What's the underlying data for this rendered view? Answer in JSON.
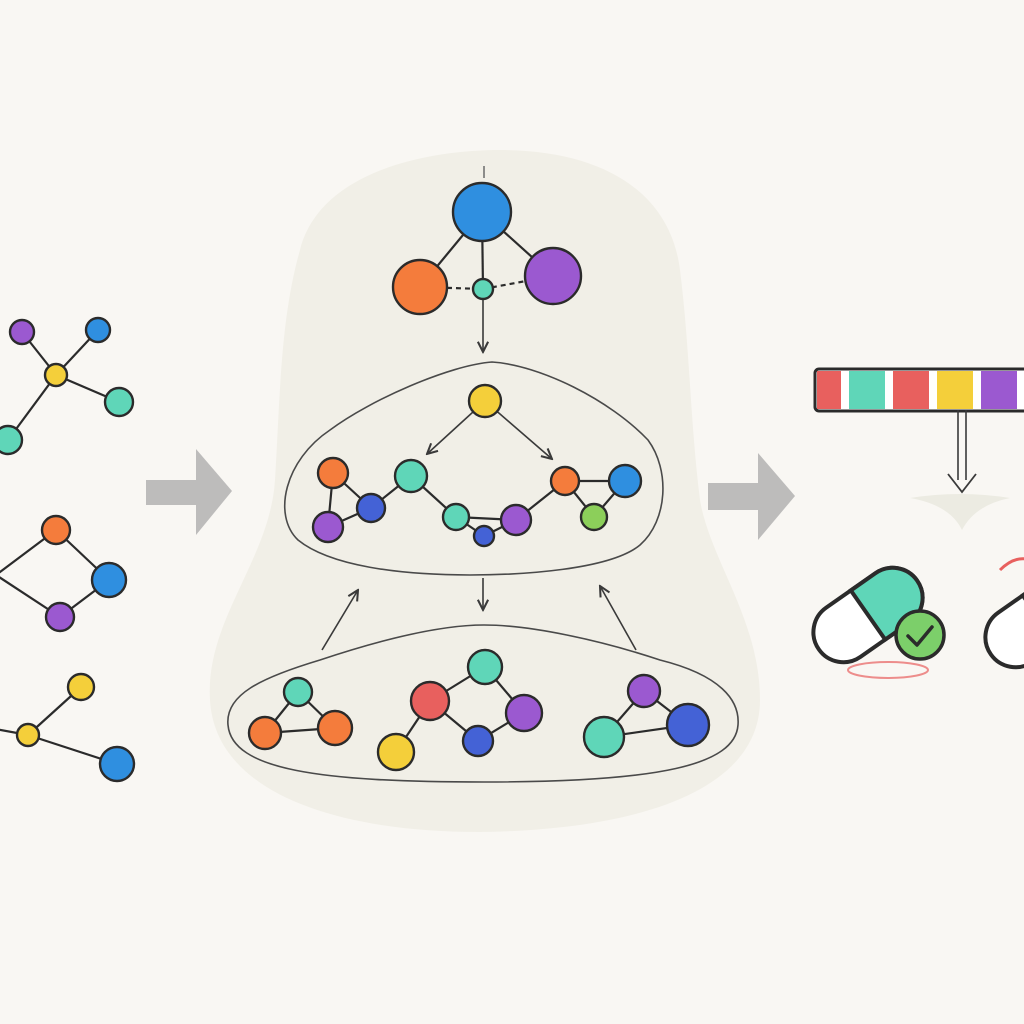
{
  "colors": {
    "background": "#f9f7f3",
    "panel": "#f1efe7",
    "stroke": "#2b2b2b",
    "frame": "#4a4a4a",
    "flow_arrow": "#a8a8a8",
    "orange": "#f47c3c",
    "purple": "#9b59d0",
    "blue": "#2f8fe0",
    "indigo": "#4462d6",
    "teal": "#5fd6b8",
    "yellow": "#f4cf3a",
    "red": "#e8605e",
    "green": "#8ccf5a",
    "check_green": "#7ccf6a"
  },
  "icons": {
    "flow_arrow": "chevron-right-arrow-icon",
    "capsule": "capsule-pill-icon",
    "check": "check-circle-icon",
    "feature_bar": "color-barcode-icon"
  },
  "diagram": {
    "input_graphs": [
      {
        "name": "star-graph",
        "nodes": [
          {
            "id": "a",
            "c": "purple"
          },
          {
            "id": "b",
            "c": "blue"
          },
          {
            "id": "h",
            "c": "yellow"
          },
          {
            "id": "d",
            "c": "teal"
          },
          {
            "id": "e",
            "c": "teal"
          }
        ]
      },
      {
        "name": "ring-graph",
        "nodes": [
          {
            "id": "a",
            "c": "orange"
          },
          {
            "id": "b",
            "c": "blue"
          },
          {
            "id": "c",
            "c": "purple"
          }
        ]
      },
      {
        "name": "chain-graph",
        "nodes": [
          {
            "id": "a",
            "c": "yellow"
          },
          {
            "id": "b",
            "c": "yellow"
          },
          {
            "id": "c",
            "c": "blue"
          }
        ]
      }
    ],
    "hierarchy": {
      "top_motif": [
        "blue",
        "orange",
        "purple",
        "teal"
      ],
      "middle_cluster": [
        "yellow",
        "orange",
        "indigo",
        "purple",
        "teal",
        "teal",
        "indigo",
        "purple",
        "orange",
        "blue",
        "green"
      ],
      "bottom_motifs": [
        [
          "teal",
          "orange",
          "orange"
        ],
        [
          "teal",
          "red",
          "purple",
          "yellow",
          "indigo"
        ],
        [
          "purple",
          "teal",
          "indigo"
        ]
      ]
    },
    "feature_bar_colors": [
      "red",
      "teal",
      "red",
      "yellow",
      "purple"
    ],
    "outcomes": [
      {
        "name": "positive-outcome",
        "left": "#ffffff",
        "right": "teal",
        "badge": "check"
      },
      {
        "name": "negative-outcome",
        "left": "#ffffff",
        "right": "red",
        "badge": "flag"
      }
    ]
  }
}
